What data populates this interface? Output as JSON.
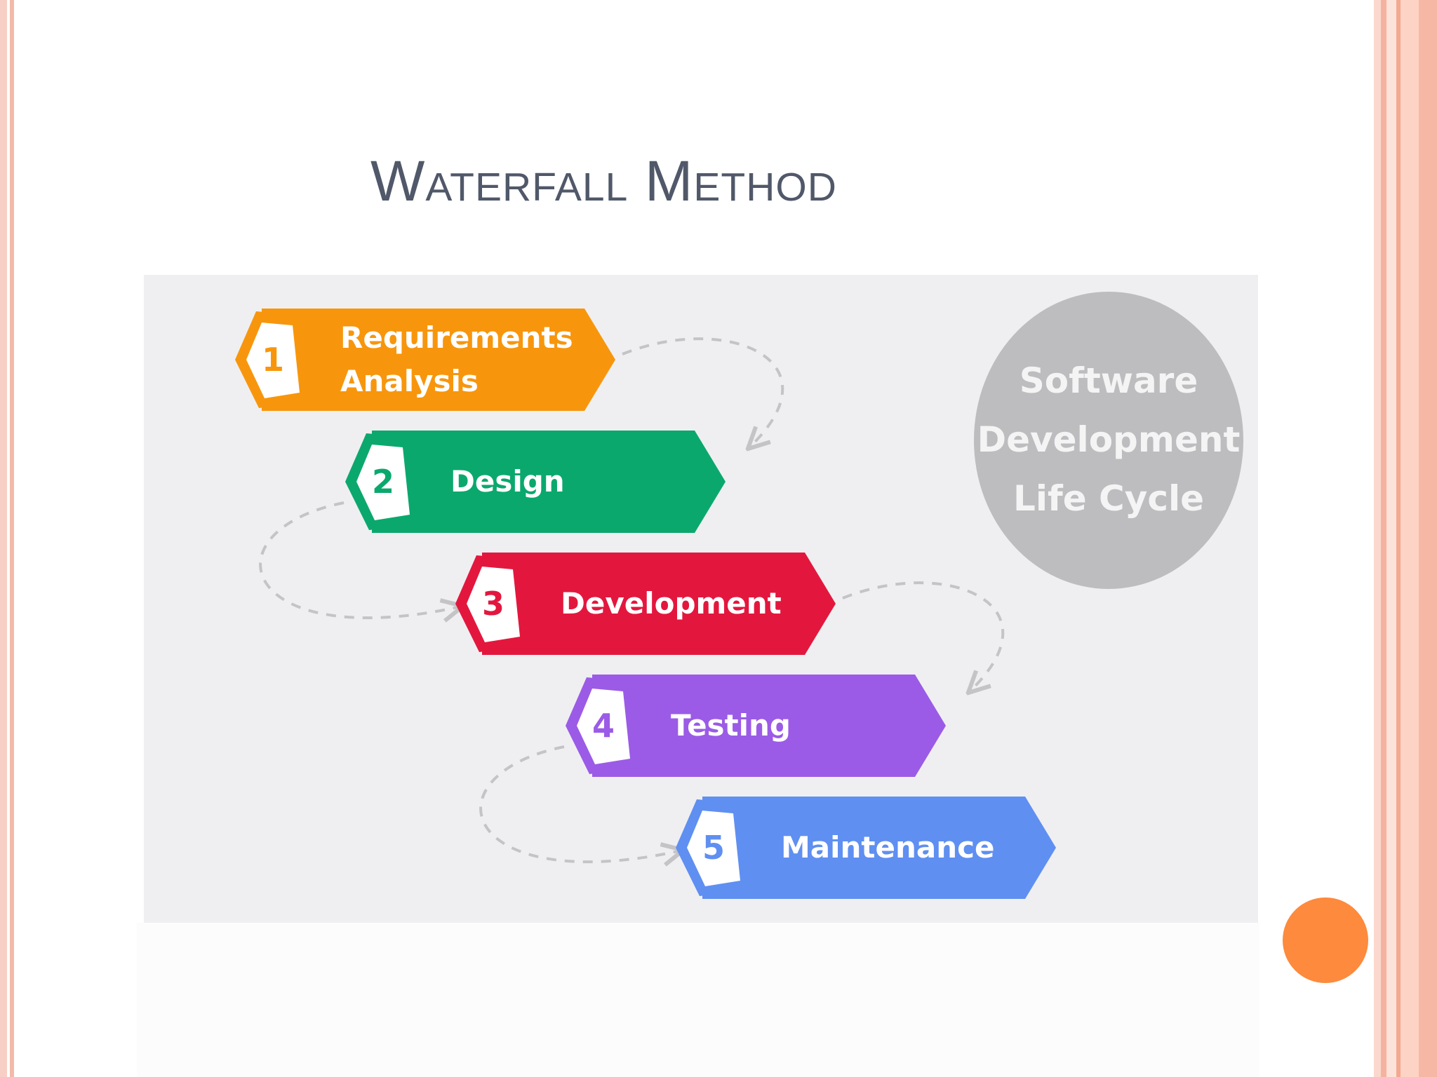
{
  "slide": {
    "title": "Waterfall Method"
  },
  "diagram": {
    "cycle_label": [
      "Software",
      "Development",
      "Life Cycle"
    ],
    "stages": [
      {
        "number": "1",
        "label_lines": [
          "Requirements",
          "Analysis"
        ],
        "color": "#f7960d"
      },
      {
        "number": "2",
        "label_lines": [
          "Design"
        ],
        "color": "#0ba86e"
      },
      {
        "number": "3",
        "label_lines": [
          "Development"
        ],
        "color": "#e3173e"
      },
      {
        "number": "4",
        "label_lines": [
          "Testing"
        ],
        "color": "#9b5be6"
      },
      {
        "number": "5",
        "label_lines": [
          "Maintenance"
        ],
        "color": "#5f8ff1"
      }
    ],
    "cycle_color": "#bdbdc0",
    "connector_color": "#c4c4c7"
  },
  "theme": {
    "accent": "#fd8a3d",
    "title_color": "#505869",
    "edge_color": "#f4b4a2"
  }
}
